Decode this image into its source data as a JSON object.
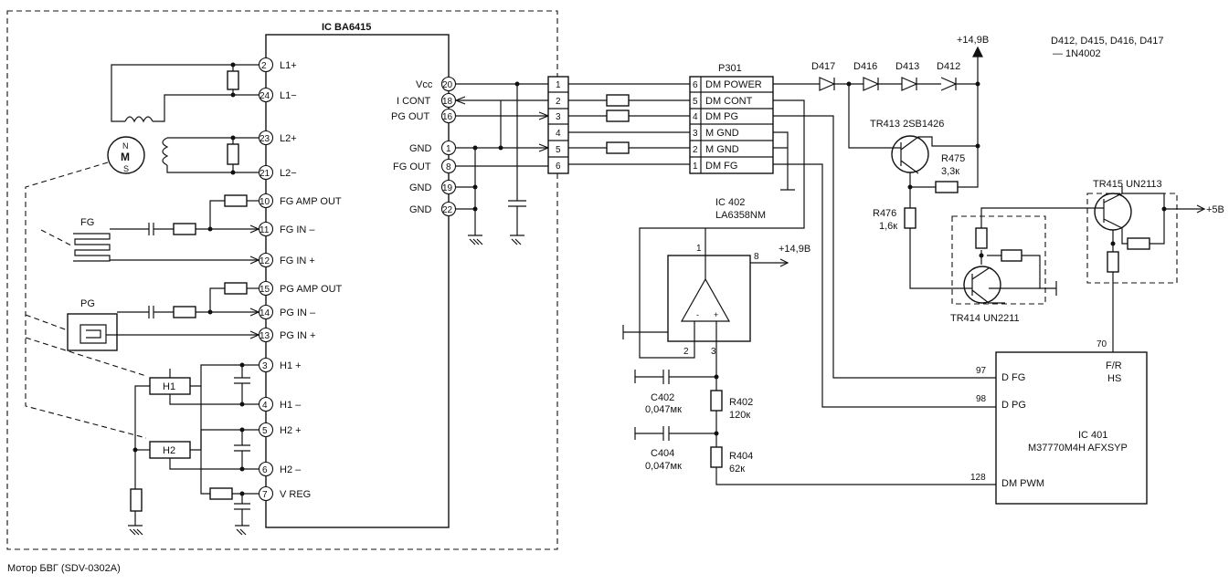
{
  "motor_caption": "Мотор БВГ (SDV-0302A)",
  "ic_main": {
    "title": "IC BA6415",
    "left_pins": [
      {
        "num": "2",
        "label": "L1+"
      },
      {
        "num": "24",
        "label": "L1−"
      },
      {
        "num": "23",
        "label": "L2+"
      },
      {
        "num": "21",
        "label": "L2−"
      },
      {
        "num": "10",
        "label": "FG AMP OUT"
      },
      {
        "num": "11",
        "label": "FG IN –"
      },
      {
        "num": "12",
        "label": "FG IN +"
      },
      {
        "num": "15",
        "label": "PG AMP OUT"
      },
      {
        "num": "14",
        "label": "PG IN –"
      },
      {
        "num": "13",
        "label": "PG IN +"
      },
      {
        "num": "3",
        "label": "H1 +"
      },
      {
        "num": "4",
        "label": "H1 –"
      },
      {
        "num": "5",
        "label": "H2 +"
      },
      {
        "num": "6",
        "label": "H2 –"
      },
      {
        "num": "7",
        "label": "V REG"
      }
    ],
    "right_pins": [
      {
        "num": "20",
        "label": "Vcc"
      },
      {
        "num": "18",
        "label": "I CONT"
      },
      {
        "num": "16",
        "label": "PG OUT"
      },
      {
        "num": "1",
        "label": "GND"
      },
      {
        "num": "8",
        "label": "FG OUT"
      },
      {
        "num": "19",
        "label": "GND"
      },
      {
        "num": "22",
        "label": "GND"
      }
    ]
  },
  "motor": {
    "n": "N",
    "m": "M",
    "s": "S"
  },
  "fg_label": "FG",
  "pg_label": "PG",
  "hall": {
    "h1": "H1",
    "h2": "H2"
  },
  "connector_left": {
    "pins": [
      "1",
      "2",
      "3",
      "4",
      "5",
      "6"
    ]
  },
  "p301": {
    "title": "P301",
    "rows": [
      {
        "num": "6",
        "label": "DM POWER"
      },
      {
        "num": "5",
        "label": "DM CONT"
      },
      {
        "num": "4",
        "label": "DM PG"
      },
      {
        "num": "3",
        "label": "M GND"
      },
      {
        "num": "2",
        "label": "M GND"
      },
      {
        "num": "1",
        "label": "DM FG"
      }
    ]
  },
  "diodes": [
    "D417",
    "D416",
    "D413",
    "D412"
  ],
  "supply_149_top": "+14,9В",
  "diode_note": {
    "line1": "D412, D415, D416, D417",
    "line2": "— 1N4002"
  },
  "tr413": "TR413 2SB1426",
  "r475": {
    "name": "R475",
    "value": "3,3к"
  },
  "r476": {
    "name": "R476",
    "value": "1,6к"
  },
  "tr414": "TR414 UN2211",
  "tr415": "TR415 UN2113",
  "supply_5": "+5В",
  "ic402": {
    "name": "IC 402",
    "part": "LA6358NM",
    "pin1": "1",
    "pin8": "8",
    "pin2": "2",
    "pin3": "3",
    "supply": "+14,9В"
  },
  "c402": {
    "name": "C402",
    "value": "0,047мк"
  },
  "c404": {
    "name": "C404",
    "value": "0,047мк"
  },
  "r402": {
    "name": "R402",
    "value": "120к"
  },
  "r404": {
    "name": "R404",
    "value": "62к"
  },
  "ic401": {
    "name": "IC 401",
    "part": "M37770M4H AFXSYP",
    "pin97": "97",
    "dfg": "D FG",
    "pin98": "98",
    "dpg": "D PG",
    "pin128": "128",
    "dmpwm": "DM PWM",
    "pin70": "70",
    "fr": "F/R",
    "hs": "HS"
  }
}
